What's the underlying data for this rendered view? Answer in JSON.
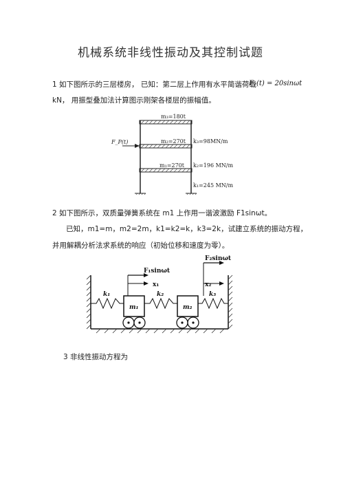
{
  "title": "机械系统非线性振动及其控制试题",
  "q1": {
    "line1": "1 如下图所示的三层楼房， 已知：第二层上作用有水平简谐荷载",
    "formula": "F₂(t) = 20sinωt",
    "line2": "kN， 用振型叠加法计算图示刚架各楼层的振幅值。",
    "figure": {
      "m3": "m₃=180t",
      "m2": "m₂=270t",
      "m1": "m₁=270t",
      "k3": "k₃=98MN/m",
      "k2": "k₂=196 MN/m",
      "k1": "k₁=245 MN/m",
      "force": "F_P(t)"
    }
  },
  "q2": {
    "line1": "2 如下图所示，双质量弹簧系统在 m1 上作用一谐波激励 F1sinωt。",
    "line2": "已知，m1=m，m2=2m，k1=k2=k，k3=2k，试建立系统的振动方程，",
    "line3": "并用解耦分析法求系统的响应（初始位移和速度为零）。",
    "figure": {
      "F1": "F₁sinωt",
      "F2": "F₂sinωt",
      "x1": "x₁",
      "x2": "x₂",
      "m1": "m₁",
      "m2": "m₂",
      "k1": "k₁",
      "k2": "k₂",
      "k3": "k₃"
    }
  },
  "q3": {
    "line1": "3 非线性振动方程为"
  }
}
